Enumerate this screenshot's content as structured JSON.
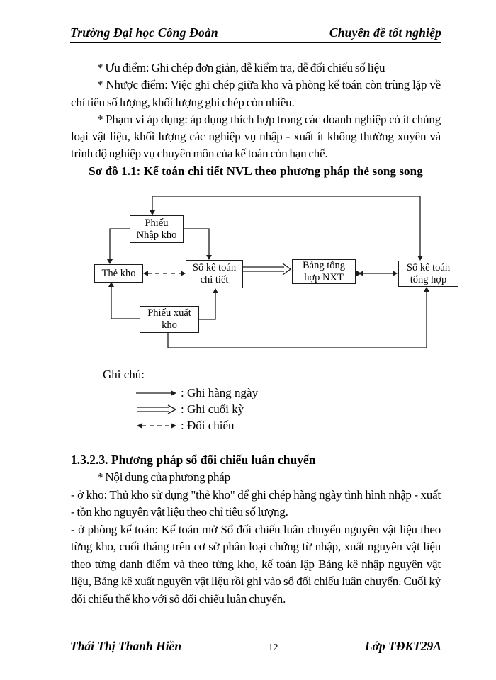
{
  "colors": {
    "ink": "#000000",
    "paper": "#ffffff"
  },
  "header": {
    "left": "Trường Đại học Công Đoàn",
    "right": "Chuyên đề tốt nghiệp"
  },
  "body": {
    "lines": [
      "* Ưu điểm: Ghi chép đơn giản, dễ kiểm tra, dễ đối chiếu số liệu",
      "* Nhược điểm: Việc ghi chép giữa kho và phòng kế toán còn trùng lặp về",
      "chỉ tiêu số lượng, khối lượng ghi chép còn nhiều.",
      "* Phạm vi áp dụng: áp dụng thích hợp trong các doanh nghiệp có ít chủng",
      "loại vật liệu, khối lượng các nghiệp vụ nhập - xuất ít không thường xuyên và",
      "trình độ nghiệp vụ chuyên môn của kế toán còn hạn chế."
    ]
  },
  "diagram": {
    "caption": "Sơ đồ 1.1: Kế toán chi tiết NVL theo phương pháp thẻ song song",
    "nodes": {
      "phieu_nhap": [
        "Phiếu",
        "Nhập kho"
      ],
      "the_kho": [
        "Thẻ kho"
      ],
      "so_chi_tiet": [
        "Sổ kế toán",
        "chi tiết"
      ],
      "bang_nxt": [
        "Bảng tổng",
        "hợp NXT"
      ],
      "so_tong_hop": [
        "Sổ kế toán",
        "tổng hợp"
      ],
      "phieu_xuat": [
        "Phiếu xuất",
        "kho"
      ]
    },
    "legend": {
      "title": "Ghi chú:",
      "daily": ": Ghi hàng ngày",
      "period_end": ": Ghi cuối kỳ",
      "reconcile": ": Đối chiếu"
    }
  },
  "section": {
    "heading": "1.3.2.3. Phương pháp sổ đối chiếu luân chuyển",
    "lines": [
      "* Nội dung của phương pháp",
      "- ở kho: Thủ kho sử dụng \"thẻ kho\" để ghi chép hàng ngày tình hình nhập - xuất",
      "- tồn kho nguyên vật liệu theo chỉ tiêu số lượng.",
      "- ở phòng kế toán: Kế toán mở Sổ đối chiếu luân chuyển nguyên vật liệu theo",
      "từng kho, cuối tháng trên cơ sở phân loại chứng từ nhập, xuất nguyên vật liệu",
      "theo từng danh điểm và theo từng kho, kế toán lập Bảng kê nhập nguyên vật",
      "liệu, Bảng kê xuất nguyên vật liệu rồi ghi vào sổ đối chiếu luân chuyển. Cuối kỳ",
      "đối chiếu thể kho với sổ đối chiếu luân chuyển."
    ]
  },
  "footer": {
    "author": "Thái Thị Thanh Hiền",
    "page_number": "12",
    "class_name": "Lớp TĐKT29A"
  }
}
